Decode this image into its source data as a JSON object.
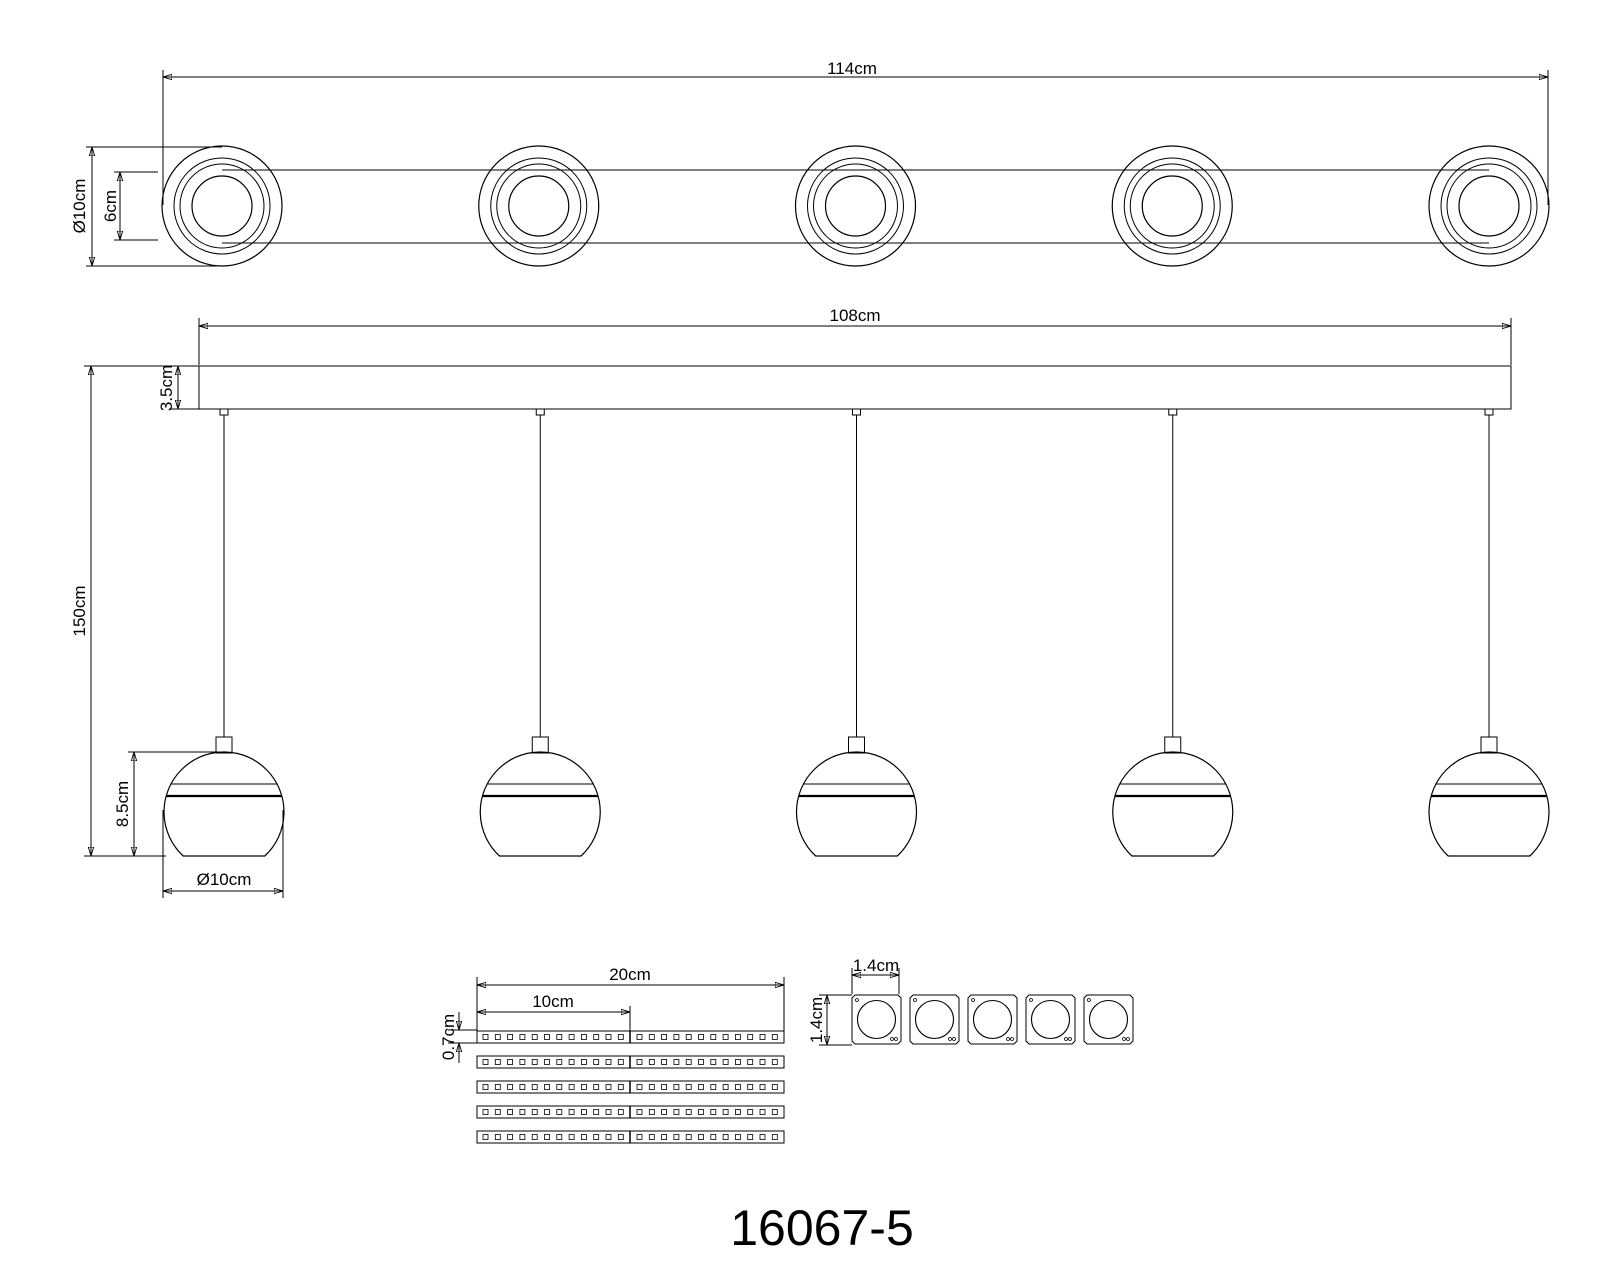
{
  "drawing": {
    "part_number": "16067-5",
    "top_view": {
      "total_width": "114cm",
      "outer_diameter": "Ø10cm",
      "inner_diameter": "6cm",
      "spot_count": 5
    },
    "side_view": {
      "canopy_length": "108cm",
      "canopy_height": "3.5cm",
      "total_height": "150cm",
      "shade_height": "8.5cm",
      "shade_diameter": "Ø10cm",
      "pendant_count": 5
    },
    "led_strips": {
      "strip_length": "20cm",
      "half_length": "10cm",
      "strip_width": "0.7cm",
      "strip_count": 5
    },
    "led_modules": {
      "width": "1.4cm",
      "height": "1.4cm",
      "module_count": 5
    }
  }
}
